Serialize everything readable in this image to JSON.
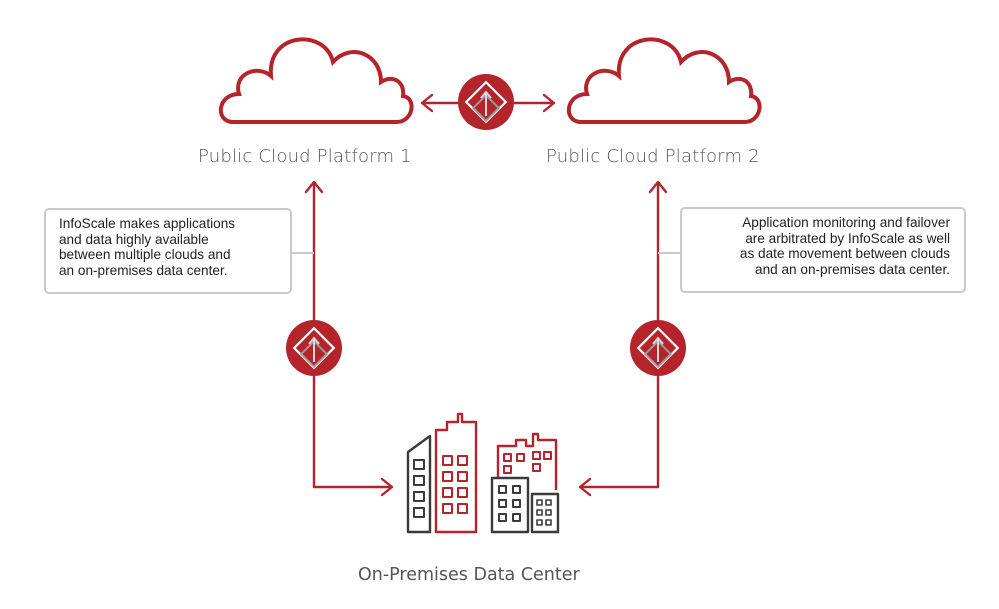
{
  "clouds": [
    {
      "label": "Public Cloud Platform 1"
    },
    {
      "label": "Public Cloud Platform 2"
    }
  ],
  "datacenter": {
    "label": "On-Premises Data Center"
  },
  "notes": {
    "left": {
      "lines": [
        "InfoScale makes applications",
        "and data highly available",
        "between multiple clouds and",
        "an on-premises data center."
      ]
    },
    "right": {
      "lines": [
        "Application monitoring and failover",
        "are arbitrated by InfoScale as well",
        "as date movement between clouds",
        "and an on-premises data center."
      ]
    }
  },
  "colors": {
    "accent": "#b5242a",
    "building_dark": "#3a3a3a",
    "callout_border": "#c9c9c9",
    "text": "#555555"
  },
  "icons": [
    "cloud-icon",
    "infoscale-badge-icon",
    "office-buildings-icon",
    "arrow-icon"
  ]
}
